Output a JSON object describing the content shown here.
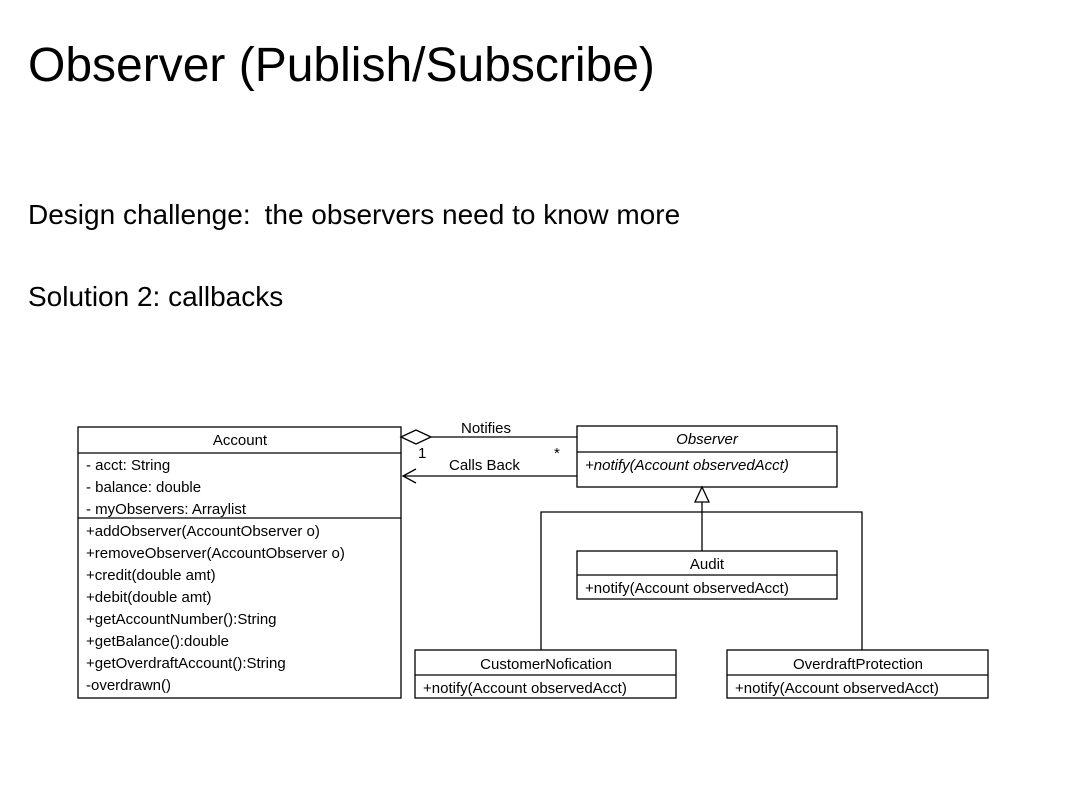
{
  "slide": {
    "title": "Observer (Publish/Subscribe)",
    "design_challenge_label": "Design challenge:",
    "design_challenge_text": "the observers need to know more",
    "solution": "Solution 2: callbacks"
  },
  "diagram": {
    "account": {
      "name": "Account",
      "attributes": [
        "- acct: String",
        "- balance: double",
        "- myObservers: Arraylist"
      ],
      "methods": [
        "+addObserver(AccountObserver o)",
        "+removeObserver(AccountObserver o)",
        "+credit(double amt)",
        "+debit(double amt)",
        "+getAccountNumber():String",
        "+getBalance():double",
        "+getOverdraftAccount():String",
        "-overdrawn()"
      ]
    },
    "observer": {
      "name": "Observer",
      "method": "+notify(Account observedAcct)"
    },
    "audit": {
      "name": "Audit",
      "method": "+notify(Account observedAcct)"
    },
    "customer_notification": {
      "name": "CustomerNofication",
      "method": "+notify(Account observedAcct)"
    },
    "overdraft_protection": {
      "name": "OverdraftProtection",
      "method": "+notify(Account observedAcct)"
    },
    "assoc_notifies": {
      "label": "Notifies",
      "mult_account": "1",
      "mult_observer": "*"
    },
    "assoc_callsback": {
      "label": "Calls Back"
    }
  }
}
